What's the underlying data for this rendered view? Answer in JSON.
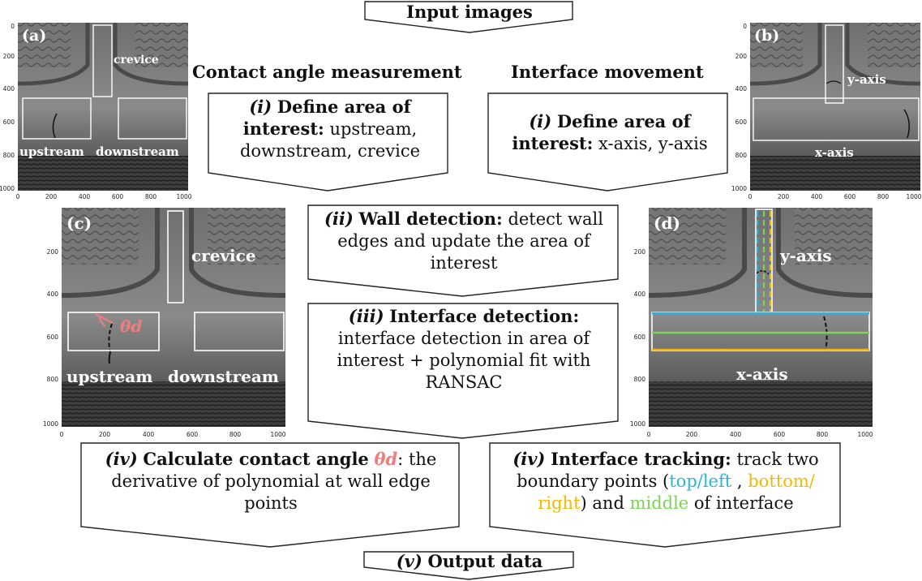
{
  "top_box": {
    "label": "Input images"
  },
  "bottom_box": {
    "label_italic": "(v)",
    "label_bold": "Output data"
  },
  "headings": {
    "left": "Contact angle measurement",
    "right": "Interface movement"
  },
  "steps": {
    "left_i": {
      "num": "(i)",
      "title": "Define area of interest:",
      "body": "upstream, downstream, crevice"
    },
    "right_i": {
      "num": "(i)",
      "title": "Define area of interest:",
      "body": "x-axis, y-axis"
    },
    "ii": {
      "num": "(ii)",
      "title": "Wall detection:",
      "body": "detect wall edges and update the area of interest"
    },
    "iii": {
      "num": "(iii)",
      "title": "Interface detection:",
      "body": "interface detection in area of interest + polynomial fit with RANSAC"
    },
    "left_iv": {
      "num": "(iv)",
      "title": "Calculate contact angle",
      "symbol": "θd",
      "colon": ":",
      "body": "the derivative of polynomial at wall edge points"
    },
    "right_iv": {
      "num": "(iv)",
      "title": "Interface tracking:",
      "body_1": "track two boundary points (",
      "top_left": "top/left",
      "sep": " , ",
      "bottom_right": "bottom/ right",
      "body_2": ") and ",
      "middle": "middle",
      "body_3": " of interface"
    }
  },
  "panels": {
    "a": {
      "tag": "(a)",
      "labels": {
        "crevice": "crevice",
        "upstream": "upstream",
        "downstream": "downstream"
      },
      "yticks": [
        "0",
        "200",
        "400",
        "600",
        "800",
        "1000"
      ],
      "xticks": [
        "0",
        "200",
        "400",
        "600",
        "800",
        "1000"
      ]
    },
    "b": {
      "tag": "(b)",
      "labels": {
        "yaxis": "y-axis",
        "xaxis": "x-axis"
      },
      "yticks": [
        "0",
        "200",
        "400",
        "600",
        "800",
        "1000"
      ],
      "xticks": [
        "0",
        "200",
        "400",
        "600",
        "800",
        "1000"
      ]
    },
    "c": {
      "tag": "(c)",
      "labels": {
        "crevice": "crevice",
        "upstream": "upstream",
        "downstream": "downstream",
        "theta": "θd"
      },
      "yticks": [
        "200",
        "400",
        "600",
        "800",
        "1000"
      ],
      "xticks": [
        "0",
        "200",
        "400",
        "600",
        "800",
        "1000"
      ]
    },
    "d": {
      "tag": "(d)",
      "labels": {
        "yaxis": "y-axis",
        "xaxis": "x-axis"
      },
      "yticks": [
        "200",
        "400",
        "600",
        "800",
        "1000"
      ],
      "xticks": [
        "0",
        "200",
        "400",
        "600",
        "800",
        "1000"
      ]
    }
  },
  "colors": {
    "top_left": "#29b5e0",
    "bottom_right": "#f5b800",
    "middle": "#7fd15a",
    "theta": "#f07d7d"
  }
}
